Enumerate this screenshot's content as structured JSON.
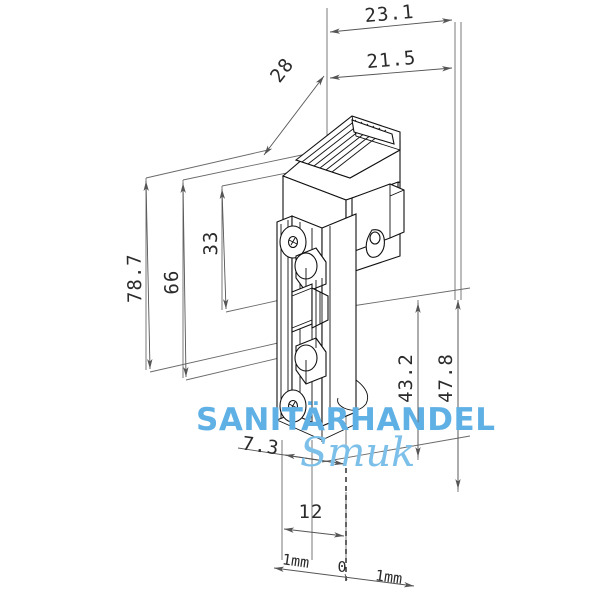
{
  "drawing": {
    "title": "Electric door strike technical drawing",
    "background_color": "#ffffff",
    "line_color": "#555555",
    "object_color": "#111111",
    "text_color": "#2b2b2b"
  },
  "dimensions": {
    "top": [
      {
        "id": "d-23-1",
        "label": "23.1"
      },
      {
        "id": "d-21-5",
        "label": "21.5"
      },
      {
        "id": "d-28",
        "label": "28"
      }
    ],
    "left": [
      {
        "id": "d-78-7",
        "label": "78.7"
      },
      {
        "id": "d-66",
        "label": "66"
      },
      {
        "id": "d-33",
        "label": "33"
      }
    ],
    "right": [
      {
        "id": "d-43-2",
        "label": "43.2"
      },
      {
        "id": "d-47-8",
        "label": "47.8"
      }
    ],
    "bottom": [
      {
        "id": "d-7-3",
        "label": "7.3"
      },
      {
        "id": "d-12",
        "label": "12"
      }
    ]
  },
  "scale_bar": {
    "left_label": "1mm",
    "center_label": "0",
    "right_label": "1mm"
  },
  "watermark": {
    "line1": "SANITÄRHANDEL",
    "line2": "Smuk",
    "color": "#5fb0e5"
  }
}
